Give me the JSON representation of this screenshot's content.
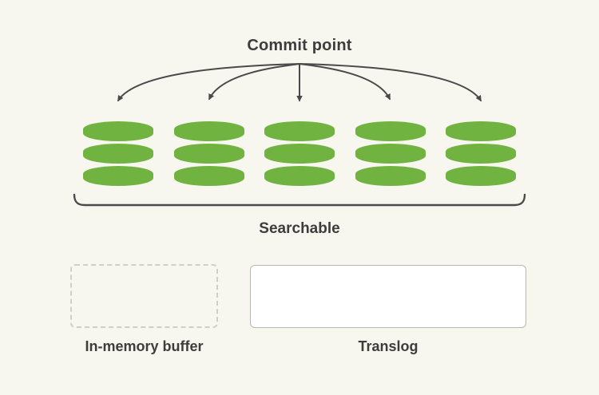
{
  "colors": {
    "background": "#f7f7ef",
    "segment_green": "#71b340",
    "line_gray": "#4a4a4a",
    "text": "#3d3d3d",
    "translog_border": "#b9b9b1",
    "buffer_dash_border": "#cfcfc8"
  },
  "diagram": {
    "title": "Commit point",
    "segment_count": 5,
    "segment_icon": "database-cylinder-icon",
    "bracket_label": "Searchable",
    "memory_buffer_label": "In-memory buffer",
    "translog_label": "Translog"
  }
}
